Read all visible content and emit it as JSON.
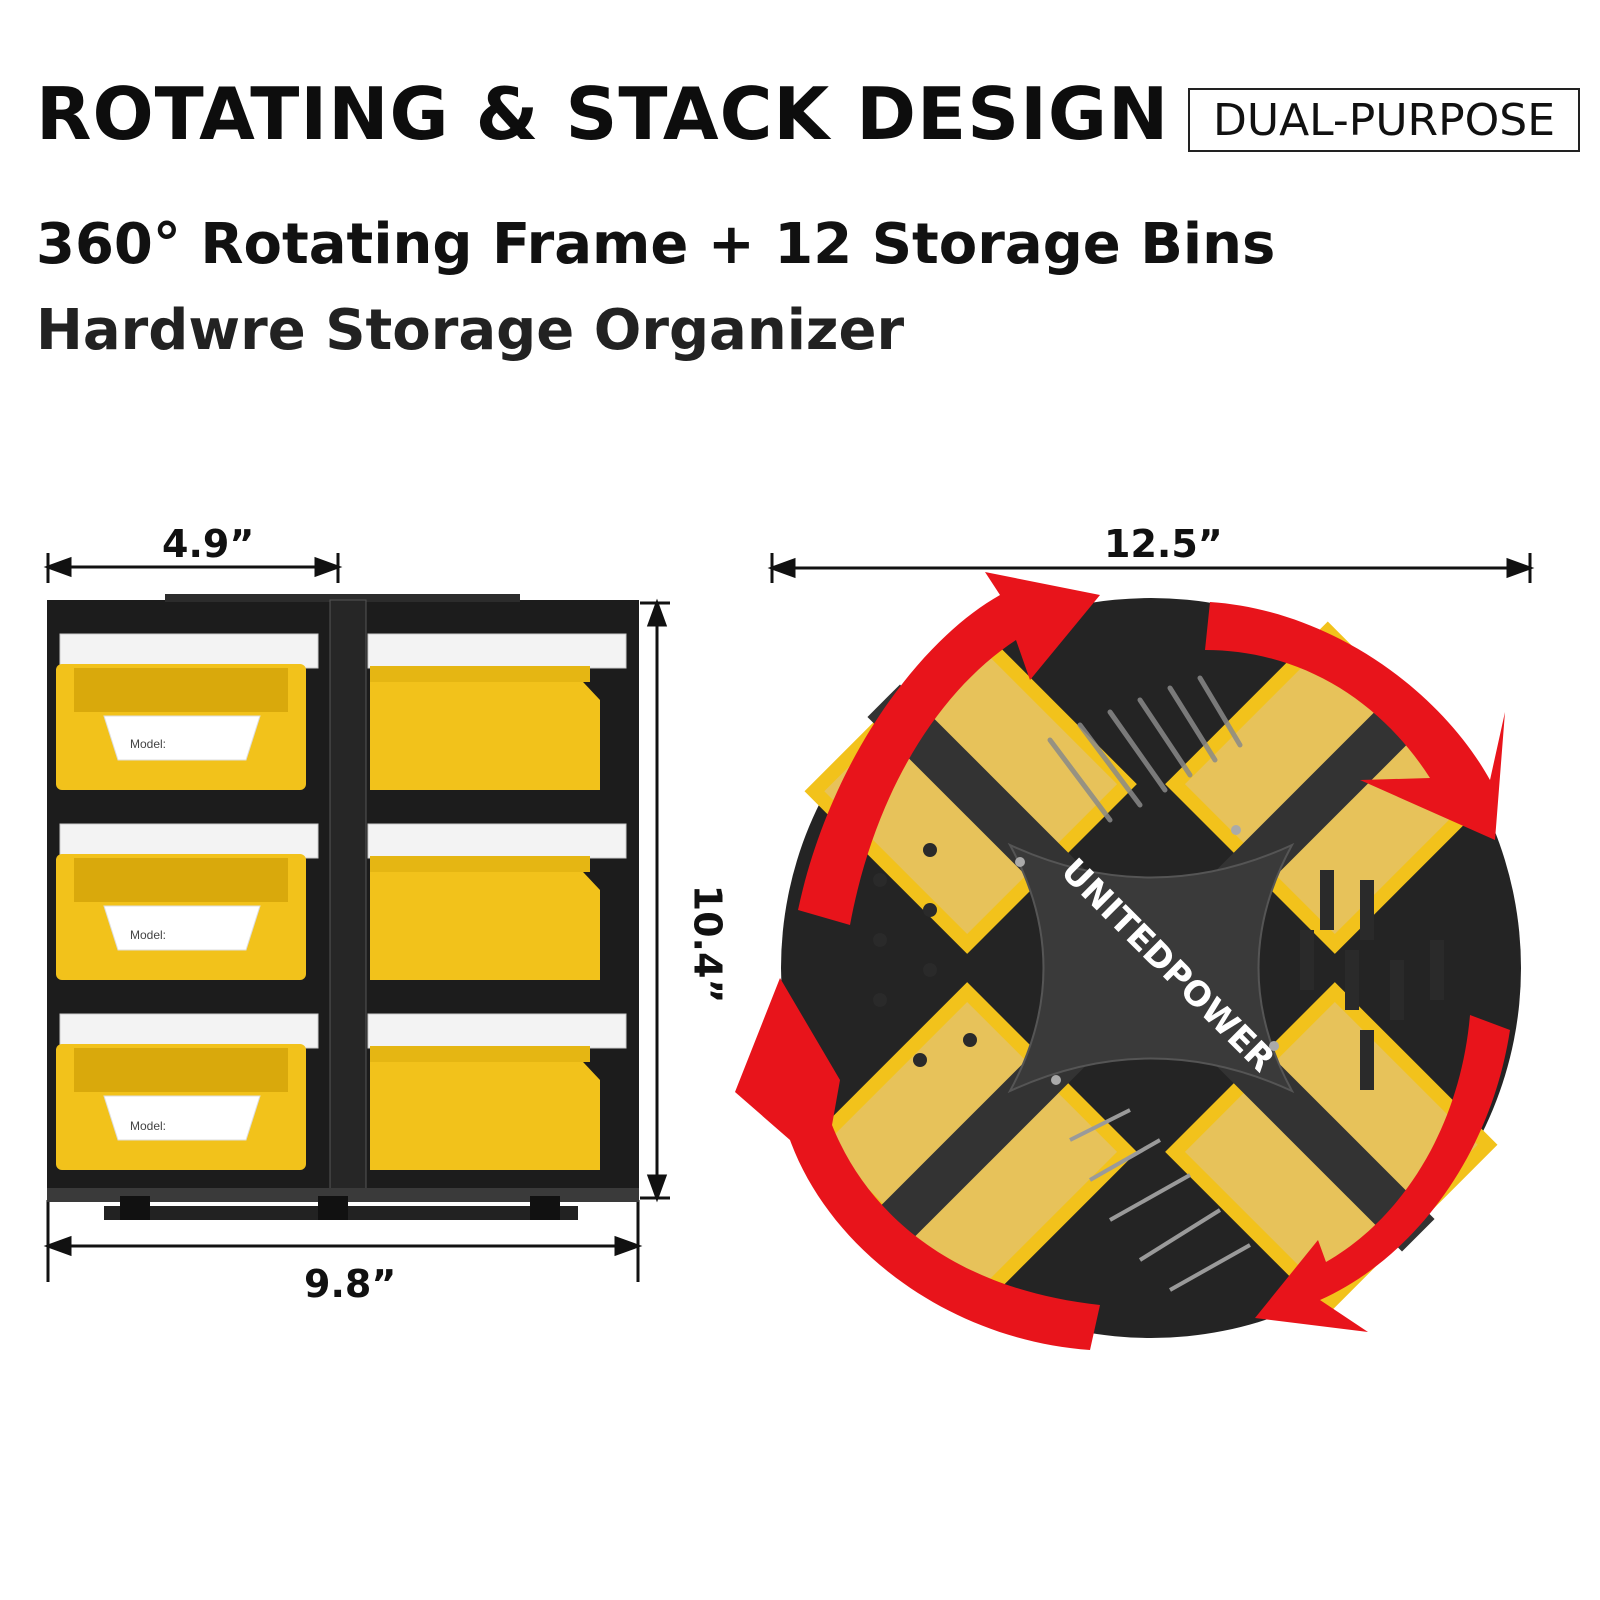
{
  "header": {
    "title": "ROTATING & STACK DESIGN",
    "badge": "DUAL-PURPOSE",
    "subtitle": "360° Rotating Frame + 12 Storage Bins",
    "subtitle2": "Hardwre Storage Organizer"
  },
  "dimensions": {
    "bin_width": "4.9”",
    "frame_width": "9.8”",
    "frame_height": "10.4”",
    "rotating_diameter": "12.5”"
  },
  "bin_label": "Model:",
  "brand": "UNITEDPOWER",
  "colors": {
    "bin_yellow": "#f2c21b",
    "frame_black": "#1c1c1c",
    "arrow_red": "#e8141b",
    "hub_grey": "#3a3a3a"
  }
}
